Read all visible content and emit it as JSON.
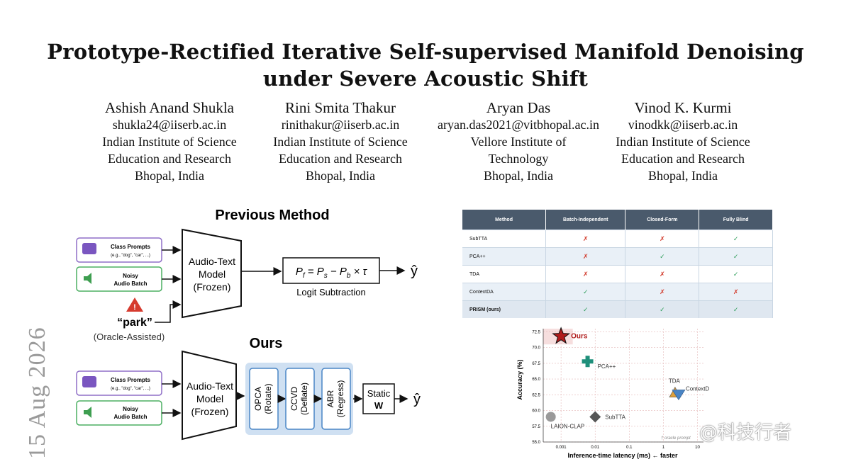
{
  "paper": {
    "title_line1": "Prototype-Rectified Iterative Self-supervised Manifold Denoising",
    "title_line2": "under Severe Acoustic Shift",
    "side_date": "15 Aug 2026"
  },
  "authors": [
    {
      "name": "Ashish Anand Shukla",
      "email": "shukla24@iiserb.ac.in",
      "aff1": "Indian Institute of Science",
      "aff2": "Education and Research",
      "aff3": "Bhopal, India"
    },
    {
      "name": "Rini Smita Thakur",
      "email": "rinithakur@iiserb.ac.in",
      "aff1": "Indian Institute of Science",
      "aff2": "Education and Research",
      "aff3": "Bhopal, India"
    },
    {
      "name": "Aryan Das",
      "email": "aryan.das2021@vitbhopal.ac.in",
      "aff1": "Vellore Institute of",
      "aff2": "Technology",
      "aff3": "Bhopal, India"
    },
    {
      "name": "Vinod K. Kurmi",
      "email": "vinodkk@iiserb.ac.in",
      "aff1": "Indian Institute of Science",
      "aff2": "Education and Research",
      "aff3": "Bhopal, India"
    }
  ],
  "figure": {
    "previous_title": "Previous Method",
    "ours_title": "Ours",
    "class_prompts": "Class Prompts",
    "class_prompts_sub": "(e.g., \"dog\", \"car\", ...)",
    "noisy_1": "Noisy",
    "noisy_2": "Audio Batch",
    "model_1": "Audio-Text",
    "model_2": "Model",
    "model_3": "(Frozen)",
    "logit_label": "Logit Subtraction",
    "park": "“park”",
    "oracle": "(Oracle-Assisted)",
    "opca_1": "OPCA",
    "opca_2": "(Rotate)",
    "ccvd_1": "CCVD",
    "ccvd_2": "(Deflate)",
    "abr_1": "ABR",
    "abr_2": "(Regress)",
    "static_1": "Static",
    "static_2": "W",
    "yhat": "ŷ"
  },
  "comparison_table": {
    "headers": [
      "Method",
      "Batch-Independent",
      "Closed-Form",
      "Fully Blind"
    ],
    "rows": [
      {
        "method": "SubTTA",
        "values": [
          "✗",
          "✗",
          "✓"
        ]
      },
      {
        "method": "PCA++",
        "values": [
          "✗",
          "✓",
          "✓"
        ]
      },
      {
        "method": "TDA",
        "values": [
          "✗",
          "✗",
          "✓"
        ]
      },
      {
        "method": "ContextDA",
        "values": [
          "✓",
          "✗",
          "✗"
        ]
      },
      {
        "method": "PRISM (ours)",
        "values": [
          "✓",
          "✓",
          "✓"
        ]
      }
    ]
  },
  "chart_data": {
    "type": "scatter",
    "xlabel": "Inference-time latency (ms) ← faster",
    "ylabel": "Accuracy (%)",
    "x_scale": "log",
    "xlim": [
      0.0003,
      15
    ],
    "ylim": [
      55.0,
      73.0
    ],
    "x_ticks": [
      0.001,
      0.01,
      0.1,
      1,
      10
    ],
    "x_tick_labels": [
      "0.001",
      "0.01",
      "0.1",
      "1",
      "10"
    ],
    "y_ticks": [
      55.0,
      57.5,
      60.0,
      62.5,
      65.0,
      67.5,
      70.0,
      72.5
    ],
    "y_tick_labels": [
      "55.0",
      "57.5",
      "60.0",
      "62.5",
      "65.0",
      "67.5",
      "70.0",
      "72.5"
    ],
    "grid": true,
    "annotation": "† oracle prompt",
    "points": [
      {
        "label": "Ours",
        "x": 0.001,
        "y": 71.8,
        "marker": "star",
        "color": "#b01c1c"
      },
      {
        "label": "PCA++",
        "x": 0.006,
        "y": 67.8,
        "marker": "plus",
        "color": "#1f8f7a"
      },
      {
        "label": "TDA",
        "x": 2.2,
        "y": 62.8,
        "marker": "triangle-up",
        "color": "#e0a03a"
      },
      {
        "label": "ContextDA†",
        "x": 2.8,
        "y": 62.6,
        "marker": "triangle-down",
        "color": "#4a84c4"
      },
      {
        "label": "SubTTA",
        "x": 0.01,
        "y": 59.0,
        "marker": "diamond",
        "color": "#555555"
      },
      {
        "label": "LAION-CLAP",
        "x": 0.0005,
        "y": 59.0,
        "marker": "circle",
        "color": "#9a9a9a"
      }
    ]
  },
  "watermark": "@科技行者"
}
